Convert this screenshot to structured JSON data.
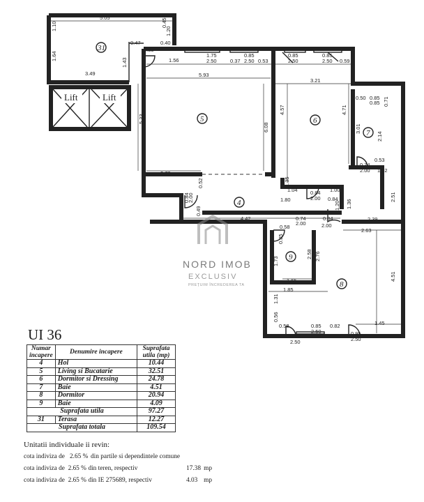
{
  "plan": {
    "lift_label": "Lift",
    "room_numbers": {
      "r31": "31",
      "r5": "5",
      "r6": "6",
      "r7": "7",
      "r4": "4",
      "r9": "9",
      "r8": "8"
    },
    "dims": {
      "d01": "5.05",
      "d02": "1.10",
      "d03": "0.45",
      "d04": "1.20",
      "d05": "1.64",
      "d06": "3.49",
      "d07": "1.43",
      "d08": "0.47",
      "d09": "0.85",
      "d10": "0.40",
      "d11": "1.56",
      "d12": "1.75",
      "d13": "2.50",
      "d14": "0.85",
      "d15": "0.37",
      "d16": "2.50",
      "d17": "0.53",
      "d18": "0.85",
      "d19": "2.50",
      "d20": "0.85",
      "d21": "2.50",
      "d22": "0.59",
      "d23": "5.93",
      "d24": "3.21",
      "d25": "5.33",
      "d26": "6.08",
      "d27": "4.57",
      "d28": "4.71",
      "d29": "0.50",
      "d30": "0.85",
      "d31": "0.85",
      "d32": "0.71",
      "d33": "3.01",
      "d34": "2.14",
      "d35": "0.74",
      "d36": "0.53",
      "d37": "2.00",
      "d38": "1.02",
      "d39": "2.72",
      "d40": "0.52",
      "d41": "1.35",
      "d42": "1.04",
      "d43": "0.84",
      "d44": "1.00",
      "d45": "2.00",
      "d46": "2.51",
      "d47": "1.80",
      "d48": "0.84",
      "d49": "0.84",
      "d50": "2.00",
      "d51": "1.20",
      "d52": "1.36",
      "d53": "0.49",
      "d54": "4.42",
      "d55": "0.74",
      "d56": "0.84",
      "d57": "2.00",
      "d58": "2.00",
      "d59": "2.39",
      "d60": "0.58",
      "d61": "0.85",
      "d62": "2.63",
      "d63": "2.58",
      "d64": "2.76",
      "d65": "1.73",
      "d66": "4.51",
      "d67": "1.65",
      "d68": "1.85",
      "d69": "1.31",
      "d70": "0.56",
      "d71": "0.58",
      "d72": "0.85",
      "d73": "0.82",
      "d74": "1.45",
      "d75": "2.50",
      "d76": "0.85",
      "d77": "2.50",
      "d78": "0.95",
      "d79": "2.50"
    }
  },
  "watermark": {
    "line1": "NORD IMOB",
    "line2": "EXCLUSIV",
    "line3": "PREȚUIM ÎNCREDEREA TA"
  },
  "title": "UI 36",
  "table": {
    "headers": {
      "num": "Numar incapere",
      "name": "Denumire incapere",
      "area": "Suprafata utila (mp)"
    },
    "rows": [
      {
        "num": "4",
        "name": "Hol",
        "area": "10.44"
      },
      {
        "num": "5",
        "name": "Living si Bucatarie",
        "area": "32.51"
      },
      {
        "num": "6",
        "name": "Dormitor si Dressing",
        "area": "24.78"
      },
      {
        "num": "7",
        "name": "Baie",
        "area": "4.51"
      },
      {
        "num": "8",
        "name": "Dormitor",
        "area": "20.94"
      },
      {
        "num": "9",
        "name": "Baie",
        "area": "4.09"
      }
    ],
    "useful_label": "Suprafata utila",
    "useful_value": "97.27",
    "terrace_num": "31",
    "terrace_name": "Terasa",
    "terrace_value": "12.27",
    "total_label": "Suprafata totala",
    "total_value": "109.54"
  },
  "quota": {
    "title": "Unitatii individuale ii revin:",
    "rows": [
      {
        "label": "cota indiviza de",
        "pct": "2.65 %",
        "desc": "din partile si dependintele comune",
        "value": "",
        "unit": ""
      },
      {
        "label": "cota indiviza de",
        "pct": "2.65 %",
        "desc": "din teren, respectiv",
        "value": "17.38",
        "unit": "mp"
      },
      {
        "label": "cota indiviza de",
        "pct": "2.65 %",
        "desc": "din IE 275689, respectiv",
        "value": "4.03",
        "unit": "mp"
      }
    ]
  }
}
